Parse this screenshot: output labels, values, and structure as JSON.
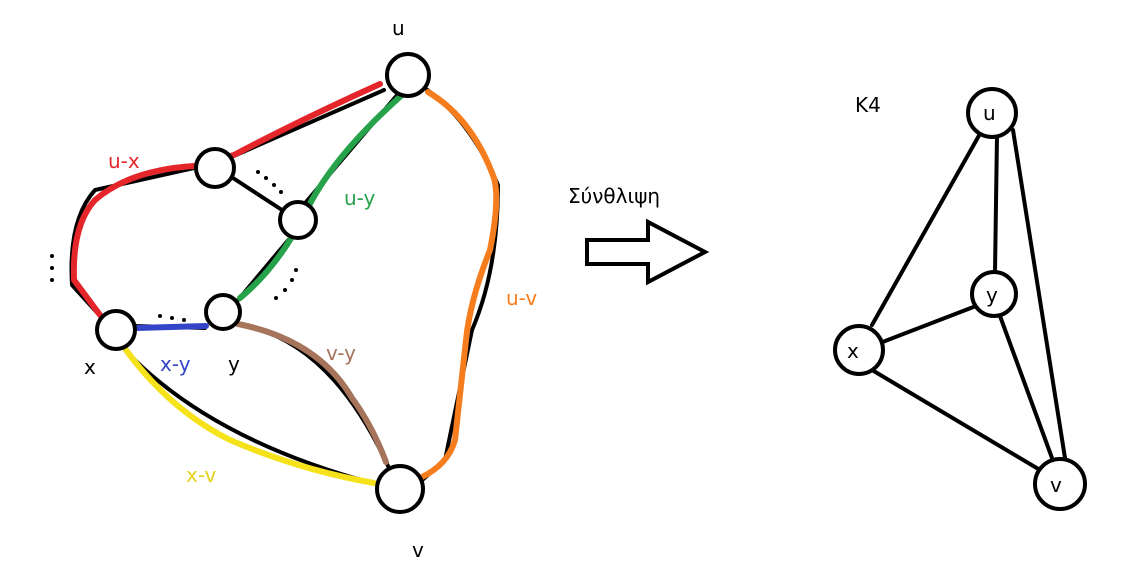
{
  "left_graph": {
    "labels": {
      "u": "u",
      "x": "x",
      "y": "y",
      "v": "v"
    },
    "paths": {
      "u_x": {
        "label": "u-x",
        "color": "#e4262b"
      },
      "u_y": {
        "label": "u-y",
        "color": "#26a34a"
      },
      "u_v": {
        "label": "u-v",
        "color": "#f57d1e"
      },
      "x_y": {
        "label": "x-y",
        "color": "#3344c8"
      },
      "v_y": {
        "label": "v-y",
        "color": "#a5745a"
      },
      "x_v": {
        "label": "x-v",
        "color": "#f5e21a"
      }
    }
  },
  "operation": {
    "label": "Σύνθλιψη"
  },
  "right_graph": {
    "title": "K4",
    "labels": {
      "u": "u",
      "y": "y",
      "x": "x",
      "v": "v"
    }
  }
}
